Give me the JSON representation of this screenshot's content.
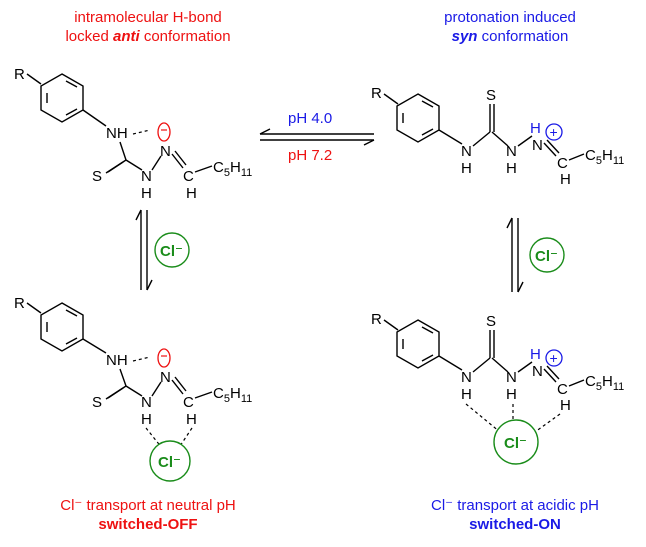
{
  "top_left": {
    "line1": "intramolecular H-bond",
    "line2_pre": "locked ",
    "line2_em": "anti",
    "line2_post": " conformation"
  },
  "top_right": {
    "line1": "protonation induced",
    "line2_em": "syn",
    "line2_post": " conformation"
  },
  "arrows": {
    "upper_label": "pH 4.0",
    "lower_label": "pH 7.2"
  },
  "chloride": "Cl⁻",
  "bottom_left": {
    "line1": "Cl⁻ transport at neutral pH",
    "line2": "switched-OFF"
  },
  "bottom_right": {
    "line1": "Cl⁻ transport at acidic pH",
    "line2": "switched-ON"
  },
  "atoms": {
    "R": "R",
    "N": "N",
    "H": "H",
    "NH": "NH",
    "S": "S",
    "C": "C",
    "C5H11": "C5H11",
    "C5": "C",
    "sub5": "5",
    "H11": "H",
    "sub11": "11",
    "plus": "+",
    "minus": "−"
  },
  "colors": {
    "red": "#ee1111",
    "blue": "#1a1ae6",
    "green": "#1a8c1a"
  }
}
